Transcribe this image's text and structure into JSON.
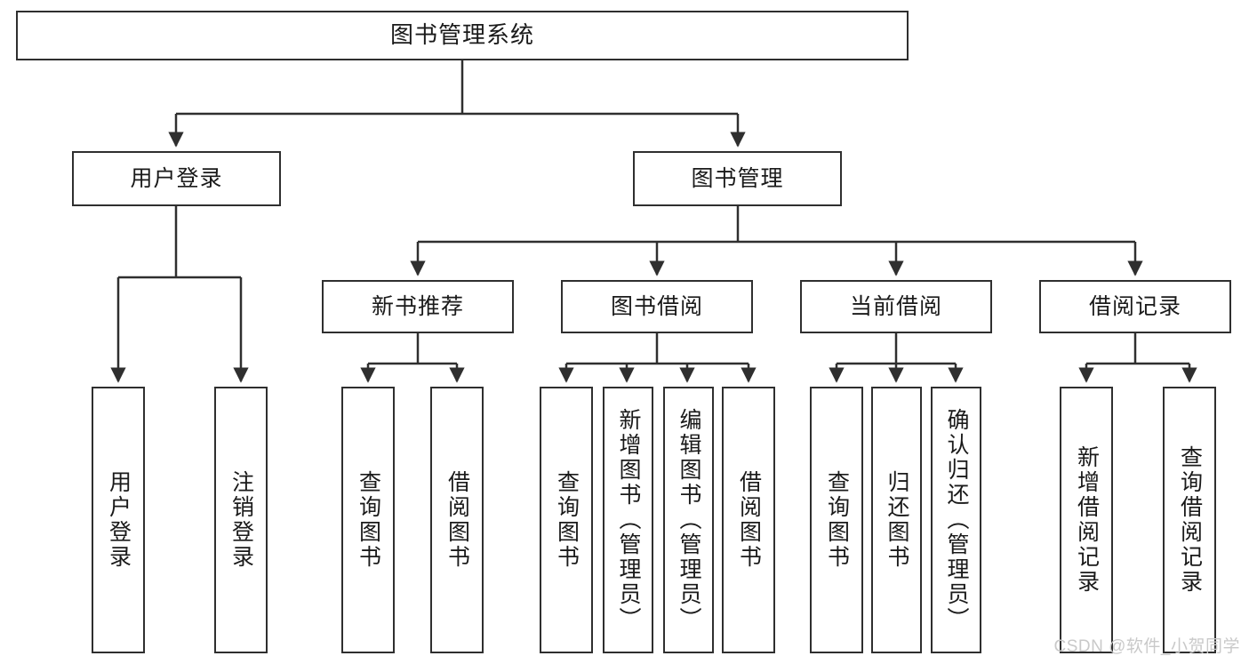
{
  "diagram": {
    "title": "图书管理系统",
    "type": "hierarchy-tree",
    "watermark": "CSDN @软件_小贺同学",
    "colors": {
      "box_border": "#2f2f2f",
      "box_fill": "#ffffff",
      "edge": "#2f2f2f",
      "text": "#1a1a1a",
      "watermark": "#c9c9c9"
    },
    "nodes": {
      "root": {
        "label": "图书管理系统"
      },
      "level2": [
        {
          "id": "user-login",
          "label": "用户登录"
        },
        {
          "id": "book-management",
          "label": "图书管理"
        }
      ],
      "level3": [
        {
          "id": "new-book-recommend",
          "label": "新书推荐"
        },
        {
          "id": "book-borrow",
          "label": "图书借阅"
        },
        {
          "id": "current-borrow",
          "label": "当前借阅"
        },
        {
          "id": "borrow-record",
          "label": "借阅记录"
        }
      ],
      "leaves": {
        "user-login": [
          {
            "id": "leaf-user-login",
            "label": "用户登录"
          },
          {
            "id": "leaf-logout-login",
            "label": "注销登录"
          }
        ],
        "new-book-recommend": [
          {
            "id": "leaf-query-book-1",
            "label": "查询图书"
          },
          {
            "id": "leaf-borrow-book-1",
            "label": "借阅图书"
          }
        ],
        "book-borrow": [
          {
            "id": "leaf-query-book-2",
            "label": "查询图书"
          },
          {
            "id": "leaf-add-book",
            "label": "新增图书（管理员）"
          },
          {
            "id": "leaf-edit-book",
            "label": "编辑图书（管理员）"
          },
          {
            "id": "leaf-borrow-book-2",
            "label": "借阅图书"
          }
        ],
        "current-borrow": [
          {
            "id": "leaf-query-book-3",
            "label": "查询图书"
          },
          {
            "id": "leaf-return-book",
            "label": "归还图书"
          },
          {
            "id": "leaf-confirm-return",
            "label": "确认归还（管理员）"
          }
        ],
        "borrow-record": [
          {
            "id": "leaf-add-record",
            "label": "新增借阅记录"
          },
          {
            "id": "leaf-query-record",
            "label": "查询借阅记录"
          }
        ]
      }
    }
  }
}
